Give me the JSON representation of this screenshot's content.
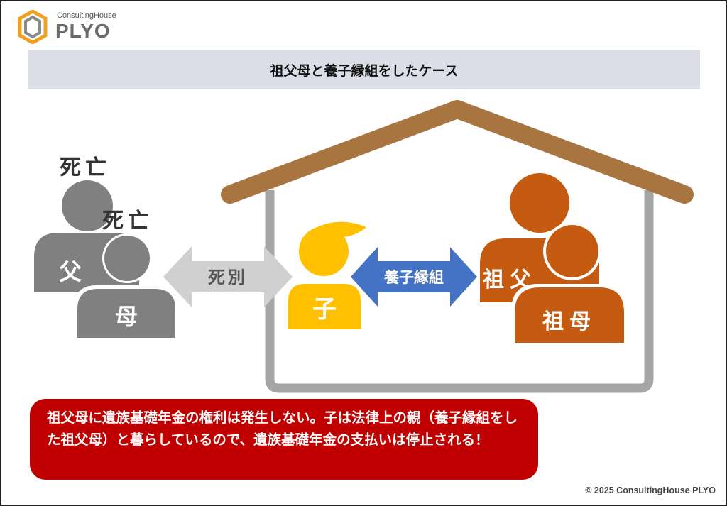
{
  "logo": {
    "subtitle": "ConsultingHouse",
    "name": "PLYO"
  },
  "title": "祖父母と養子縁組をしたケース",
  "deceased_label": "死亡",
  "deceased_label_2": "死亡",
  "father_label": "父",
  "mother_label": "母",
  "separation_label": "死別",
  "child_label": "子",
  "adoption_label": "養子縁組",
  "grandfather_label": "祖父",
  "grandmother_label": "祖母",
  "notice": "祖父母に遺族基礎年金の権利は発生しない。子は法律上の親（養子縁組をした祖父母）と暮らしているので、遺族基礎年金の支払いは停止される！",
  "copyright": "© 2025 ConsultingHouse PLYO",
  "colors": {
    "roof": "#a8743f",
    "house_wall": "#a6a6a6",
    "title_bg": "#dcdee7",
    "deceased": "#808080",
    "child": "#ffc000",
    "grandparents": "#c55a11",
    "adoption_arrow": "#4472c4",
    "separation_arrow": "#d0d0d0",
    "notice_bg": "#c00000"
  },
  "icons": [
    "plyo-logo-icon",
    "person-icon",
    "double-arrow-icon",
    "house-icon"
  ]
}
